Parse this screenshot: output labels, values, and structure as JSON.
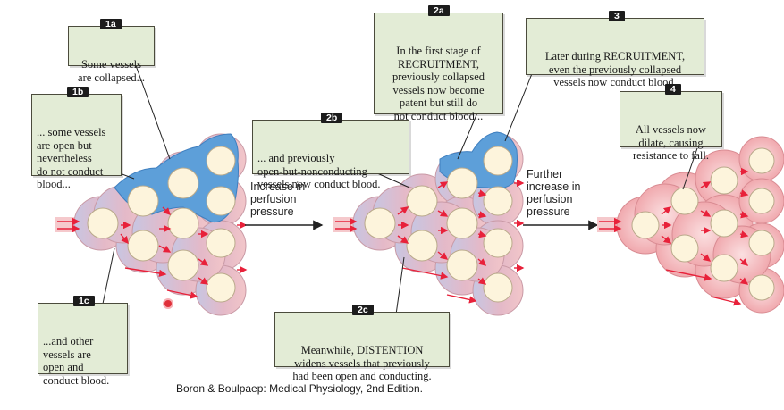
{
  "callouts": {
    "c1a": {
      "tag": "1a",
      "text": "Some vessels\nare collapsed..."
    },
    "c1b": {
      "tag": "1b",
      "text": "... some vessels\nare open but\nnevertheless\ndo not conduct\nblood..."
    },
    "c1c": {
      "tag": "1c",
      "text": "...and other\nvessels are\nopen and\nconduct blood."
    },
    "c2a": {
      "tag": "2a",
      "text": "In the first stage of\nRECRUITMENT,\npreviously collapsed\nvessels now become\npatent but still do\nnot conduct blood..."
    },
    "c2b": {
      "tag": "2b",
      "text": "... and previously\nopen-but-nonconducting\nvessels now conduct blood."
    },
    "c2c": {
      "tag": "2c",
      "text": "Meanwhile, DISTENTION\nwidens vessels that previously\nhad been open and conducting."
    },
    "c3": {
      "tag": "3",
      "text": "Later during RECRUITMENT,\neven the previously collapsed\nvessels now conduct blood."
    },
    "c4": {
      "tag": "4",
      "text": "All vessels now\ndilate, causing\nresistance to fall."
    }
  },
  "arrows": {
    "first": "Increase in\nperfusion\npressure",
    "second": "Further\nincrease in\nperfusion\npressure"
  },
  "credit": "Boron & Boulpaep: Medical Physiology, 2nd Edition.",
  "colors": {
    "blood": "#f4c3c6",
    "blood_dark": "#e79aa0",
    "open_nonconducting": "#c6cde6",
    "collapsed_blue": "#5d9fd9",
    "alveolus": "#fdf4dc",
    "flow_arrow": "#e8213a",
    "callout_bg": "#e3ecd6"
  }
}
